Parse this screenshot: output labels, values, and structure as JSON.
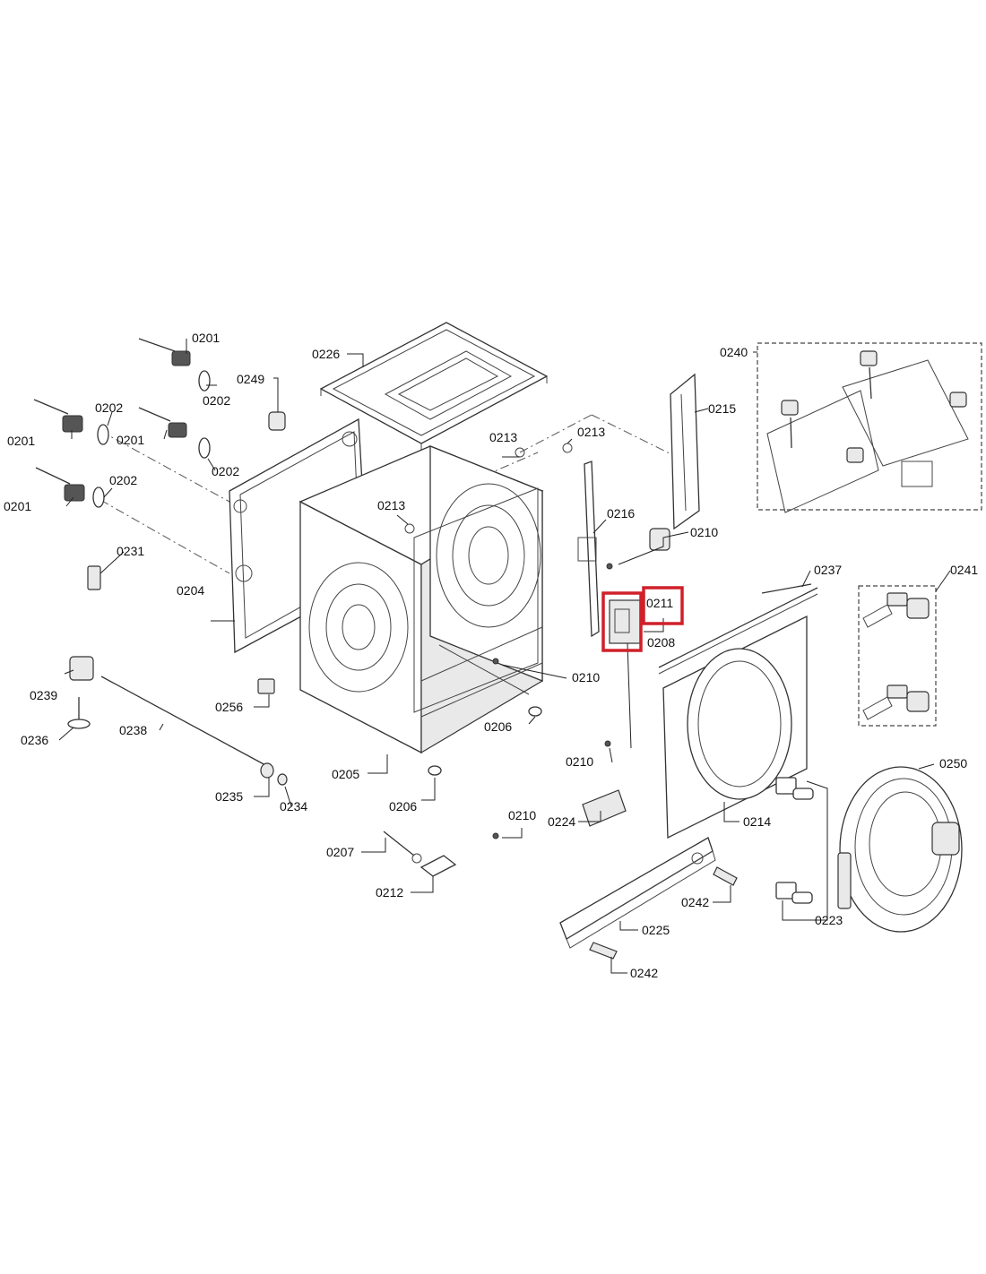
{
  "labels": [
    {
      "id": "l0201a",
      "text": "0201"
    },
    {
      "id": "l0202a",
      "text": "0202"
    },
    {
      "id": "l0249",
      "text": "0249"
    },
    {
      "id": "l0226",
      "text": "0226"
    },
    {
      "id": "l0240",
      "text": "0240"
    },
    {
      "id": "l0201b",
      "text": "0201"
    },
    {
      "id": "l0202b",
      "text": "0202"
    },
    {
      "id": "l0201c",
      "text": "0201"
    },
    {
      "id": "l0202c",
      "text": "0202"
    },
    {
      "id": "l0213a",
      "text": "0213"
    },
    {
      "id": "l0213b",
      "text": "0213"
    },
    {
      "id": "l0215",
      "text": "0215"
    },
    {
      "id": "l0201d",
      "text": "0201"
    },
    {
      "id": "l0202d",
      "text": "0202"
    },
    {
      "id": "l0213c",
      "text": "0213"
    },
    {
      "id": "l0216",
      "text": "0216"
    },
    {
      "id": "l0210a",
      "text": "0210"
    },
    {
      "id": "l0231",
      "text": "0231"
    },
    {
      "id": "l0237",
      "text": "0237"
    },
    {
      "id": "l0241",
      "text": "0241"
    },
    {
      "id": "l0204",
      "text": "0204"
    },
    {
      "id": "l0211",
      "text": "0211"
    },
    {
      "id": "l0208",
      "text": "0208"
    },
    {
      "id": "l0239",
      "text": "0239"
    },
    {
      "id": "l0210b",
      "text": "0210"
    },
    {
      "id": "l0256",
      "text": "0256"
    },
    {
      "id": "l0206a",
      "text": "0206"
    },
    {
      "id": "l0236",
      "text": "0236"
    },
    {
      "id": "l0238",
      "text": "0238"
    },
    {
      "id": "l0210c",
      "text": "0210"
    },
    {
      "id": "l0250",
      "text": "0250"
    },
    {
      "id": "l0205",
      "text": "0205"
    },
    {
      "id": "l0235",
      "text": "0235"
    },
    {
      "id": "l0234",
      "text": "0234"
    },
    {
      "id": "l0206b",
      "text": "0206"
    },
    {
      "id": "l0210d",
      "text": "0210"
    },
    {
      "id": "l0224",
      "text": "0224"
    },
    {
      "id": "l0214",
      "text": "0214"
    },
    {
      "id": "l0207",
      "text": "0207"
    },
    {
      "id": "l0212",
      "text": "0212"
    },
    {
      "id": "l0242a",
      "text": "0242"
    },
    {
      "id": "l0223",
      "text": "0223"
    },
    {
      "id": "l0225",
      "text": "0225"
    },
    {
      "id": "l0242b",
      "text": "0242"
    }
  ]
}
